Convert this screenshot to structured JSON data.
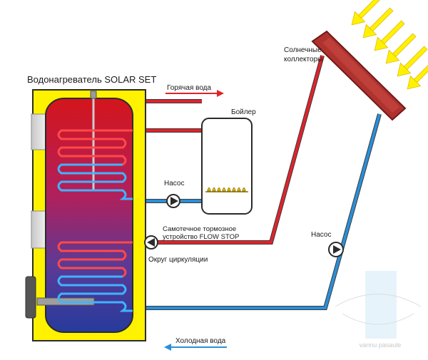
{
  "title": "Водонагреватель SOLAR SET",
  "labels": {
    "hot_water": "Горячая вода",
    "boiler": "Бойлер",
    "solar_collectors_line1": "Солнечные",
    "solar_collectors_line2": "коллекторы",
    "pump_left": "Насос",
    "pump_right": "Насос",
    "flow_stop_line1": "Самотечное тормозное",
    "flow_stop_line2": "устройство FLOW STOP",
    "circulation_loop": "Округ циркуляции",
    "cold_water": "Холодная вода"
  },
  "watermark": "vannu pasaule",
  "colors": {
    "hot_pipe": "#e0232b",
    "cold_pipe": "#2a8fd8",
    "tank_casing": "#fff200",
    "collector": "#b0322e",
    "sun_arrows": "#fff200"
  },
  "icons": {
    "pump": "pump-icon",
    "sun_rays": "sun-arrows-icon",
    "burner": "burner-flame-icon"
  }
}
